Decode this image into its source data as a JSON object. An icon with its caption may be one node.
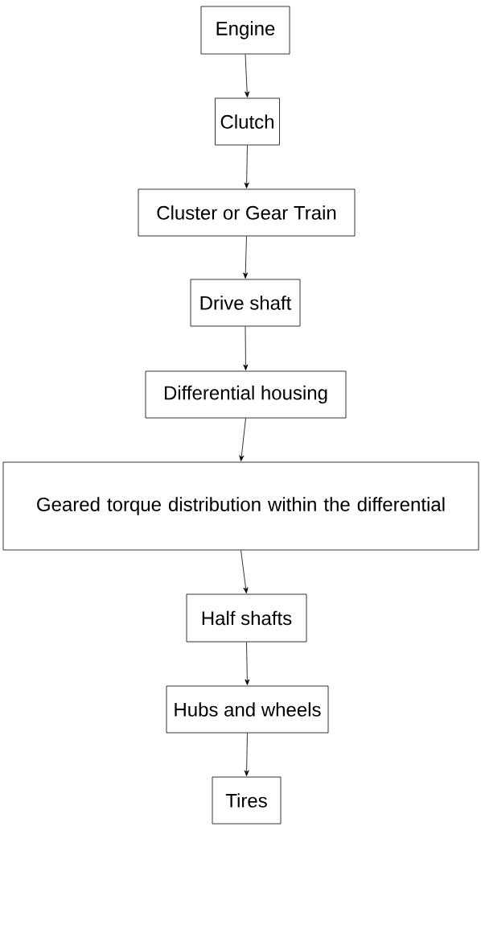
{
  "diagram": {
    "nodes": [
      {
        "text": [
          "Engine"
        ]
      },
      {
        "text": [
          "Clutch"
        ]
      },
      {
        "text": [
          "Cluster or Gear Train"
        ]
      },
      {
        "text": [
          "Drive shaft"
        ]
      },
      {
        "text": [
          "Differential housing"
        ]
      },
      {
        "text": [
          "Geared torque distribution within the differential"
        ]
      },
      {
        "text": [
          "Half shafts"
        ]
      },
      {
        "text": [
          "Hubs and wheels"
        ]
      },
      {
        "text": [
          "Tires"
        ]
      }
    ],
    "edges": [
      {
        "from": 0,
        "to": 1,
        "arrow": "to"
      },
      {
        "from": 1,
        "to": 2,
        "arrow": "to"
      },
      {
        "from": 2,
        "to": 3,
        "arrow": "to"
      },
      {
        "from": 3,
        "to": 4,
        "arrow": "to"
      },
      {
        "from": 4,
        "to": 5,
        "arrow": "to"
      },
      {
        "from": 5,
        "to": 6,
        "arrow": "to"
      },
      {
        "from": 6,
        "to": 7,
        "arrow": "to"
      },
      {
        "from": 7,
        "to": 8,
        "arrow": "to"
      }
    ]
  }
}
